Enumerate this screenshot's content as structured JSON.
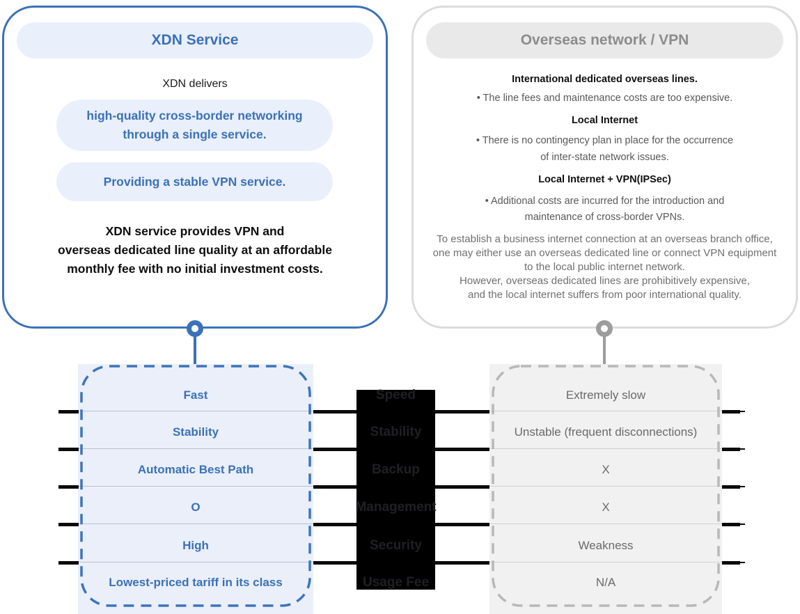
{
  "left_card": {
    "title": "XDN Service",
    "intro": "XDN delivers",
    "pill1_lines": [
      "high-quality cross-border networking",
      "through a single service."
    ],
    "pill2": "Providing a stable VPN service.",
    "summary_lines": [
      "XDN service provides VPN and",
      "overseas dedicated line quality at an affordable",
      "monthly fee with no initial investment costs."
    ]
  },
  "right_card": {
    "title": "Overseas network / VPN",
    "sections": [
      {
        "heading": "International dedicated overseas lines.",
        "lines": [
          "• The line fees and maintenance costs are too expensive."
        ]
      },
      {
        "heading": "Local Internet",
        "lines": [
          "• There is no contingency plan in place for the occurrence",
          "of inter-state network issues."
        ]
      },
      {
        "heading": "Local Internet  +  VPN(IPSec)",
        "lines": [
          "• Additional costs are incurred for the introduction and",
          "maintenance of cross-border VPNs."
        ]
      }
    ],
    "paragraph_lines": [
      "To establish a business internet connection at an overseas branch office,",
      "one may either use an overseas dedicated line or connect VPN equipment",
      "to the local public internet network.",
      "However, overseas dedicated lines are prohibitively expensive,",
      "and the local internet suffers from poor international quality."
    ]
  },
  "comparison": {
    "criteria": [
      "Speed",
      "Stability",
      "Backup",
      "Management",
      "Security",
      "Usage Fee"
    ],
    "xdn_values": [
      "Fast",
      "Stability",
      "Automatic Best Path",
      "O",
      "High",
      "Lowest-priced tariff in its class"
    ],
    "overseas_values": [
      "Extremely slow",
      "Unstable (frequent disconnections)",
      "X",
      "X",
      "Weakness",
      "N/A"
    ]
  },
  "colors": {
    "accent_blue": "#3B71B8",
    "light_blue_fill": "#E9EFFB",
    "table_blue_fill": "#EAEFF9",
    "gray_title": "#8C8C8C",
    "gray_pill_fill": "#E9E9E9",
    "gray_card_border": "#DCDCDC",
    "table_gray_fill": "#F1F1F1",
    "criteria_box_bg": "#000000",
    "line_black": "#0A0A0A"
  }
}
